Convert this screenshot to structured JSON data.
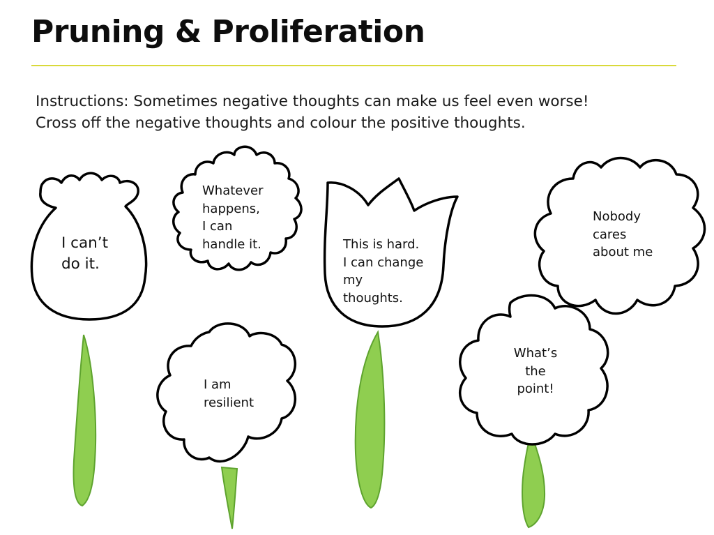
{
  "slide": {
    "title": "Pruning & Proliferation",
    "instructions": [
      "Instructions:  Sometimes negative thoughts can make us feel even worse!",
      "Cross off the negative thoughts and colour the positive thoughts."
    ]
  },
  "flowers": [
    {
      "name": "flower-i-cant-do-it",
      "icon": "bulb-flower",
      "lines": [
        "I can’t",
        "do it."
      ]
    },
    {
      "name": "flower-whatever-happens",
      "icon": "scalloped-flower",
      "lines": [
        "Whatever",
        "happens,",
        "I can",
        "handle it."
      ]
    },
    {
      "name": "flower-this-is-hard",
      "icon": "tulip-flower",
      "lines": [
        "This is hard.",
        "I can change",
        "my",
        "thoughts."
      ]
    },
    {
      "name": "flower-nobody-cares",
      "icon": "eight-petal-flower",
      "lines": [
        "Nobody",
        "cares",
        "about me"
      ]
    },
    {
      "name": "flower-i-am-resilient",
      "icon": "six-petal-flower",
      "lines": [
        "I am",
        "resilient"
      ]
    },
    {
      "name": "flower-whats-the-point",
      "icon": "seven-petal-flower",
      "lines": [
        "What’s",
        "the",
        "point!"
      ]
    }
  ],
  "colors": {
    "title_rule": "#d9d93a",
    "stem_fill": "#8fce50",
    "stem_edge": "#5ea32e",
    "outline": "#000000"
  }
}
